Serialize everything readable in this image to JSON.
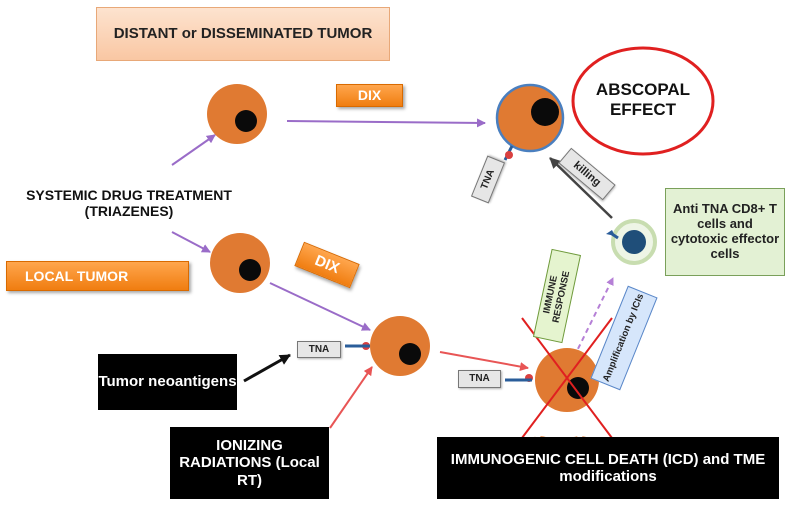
{
  "labels": {
    "distant_tumor": "DISTANT or DISSEMINATED TUMOR",
    "abscopal_effect": "ABSCOPAL EFFECT",
    "dix_top": "DIX",
    "dix_bottom": "DIX",
    "systemic_treatment": "SYSTEMIC  DRUG TREATMENT (TRIAZENES)",
    "local_tumor": "LOCAL TUMOR",
    "tna_top": "TNA",
    "tna_middle": "TNA",
    "tna_bottom": "TNA",
    "killing": "killing",
    "anti_tna": "Anti TNA CD8+ T cells and cytotoxic effector cells",
    "immune_response": "IMMUNE RESPONSE",
    "amplification": "Amplification by ICIs",
    "tumor_neoantigens": "Tumor neoantigens",
    "ionizing_radiations": "IONIZING RADIATIONS (Local RT)",
    "icd": "IMMUNOGENIC CELL DEATH (ICD) and TME modifications"
  },
  "colors": {
    "cell_fill": "#e07a32",
    "nucleus": "#0a0a0a",
    "purple_arrow": "#9a6cc8",
    "red_arrow": "#e85555",
    "dead_cross": "#e02020",
    "abscopal_border": "#e02020",
    "tcell_nucleus": "#1f4e79",
    "tcell_ring": "#c8ddb0",
    "amplification_fill": "#d6e6fb"
  }
}
